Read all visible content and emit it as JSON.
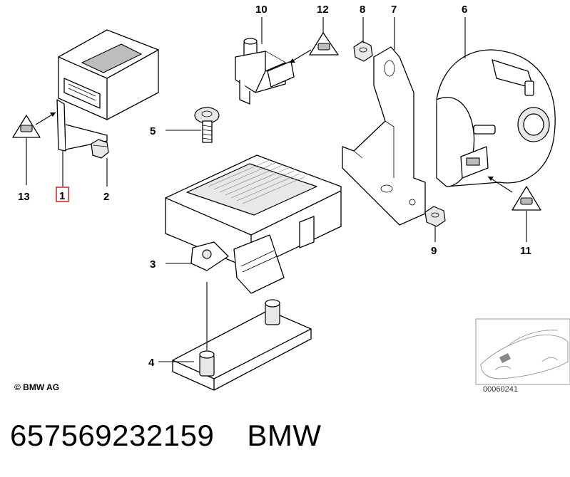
{
  "diagram": {
    "callouts": {
      "c1": "1",
      "c2": "2",
      "c3": "3",
      "c4": "4",
      "c5": "5",
      "c6": "6",
      "c7": "7",
      "c8": "8",
      "c9": "9",
      "c10": "10",
      "c11": "11",
      "c12": "12",
      "c13": "13"
    },
    "highlighted_callout": "1",
    "highlight_color": "#d32f2f",
    "copyright": "© BMW AG",
    "reference_number": "00060241"
  },
  "footer": {
    "part_number": "657569232159",
    "brand": "BMW"
  }
}
